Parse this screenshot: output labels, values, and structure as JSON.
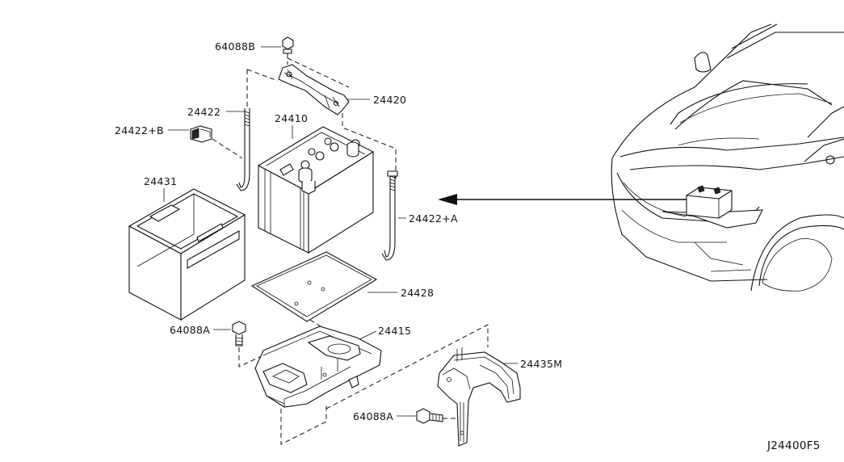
{
  "parts": {
    "clamp_nut": "64088B",
    "holddown_frame": "24420",
    "rod_left": "24422",
    "rod_left_b": "24422+B",
    "battery": "24410",
    "battery_cover": "24431",
    "rod_right_a": "24422+A",
    "battery_tray_pad": "24428",
    "bolt_upper": "64088A",
    "battery_bracket": "24415",
    "support_bracket": "24435M",
    "bolt_lower": "64088A"
  },
  "diagram_code": "J24400F5"
}
